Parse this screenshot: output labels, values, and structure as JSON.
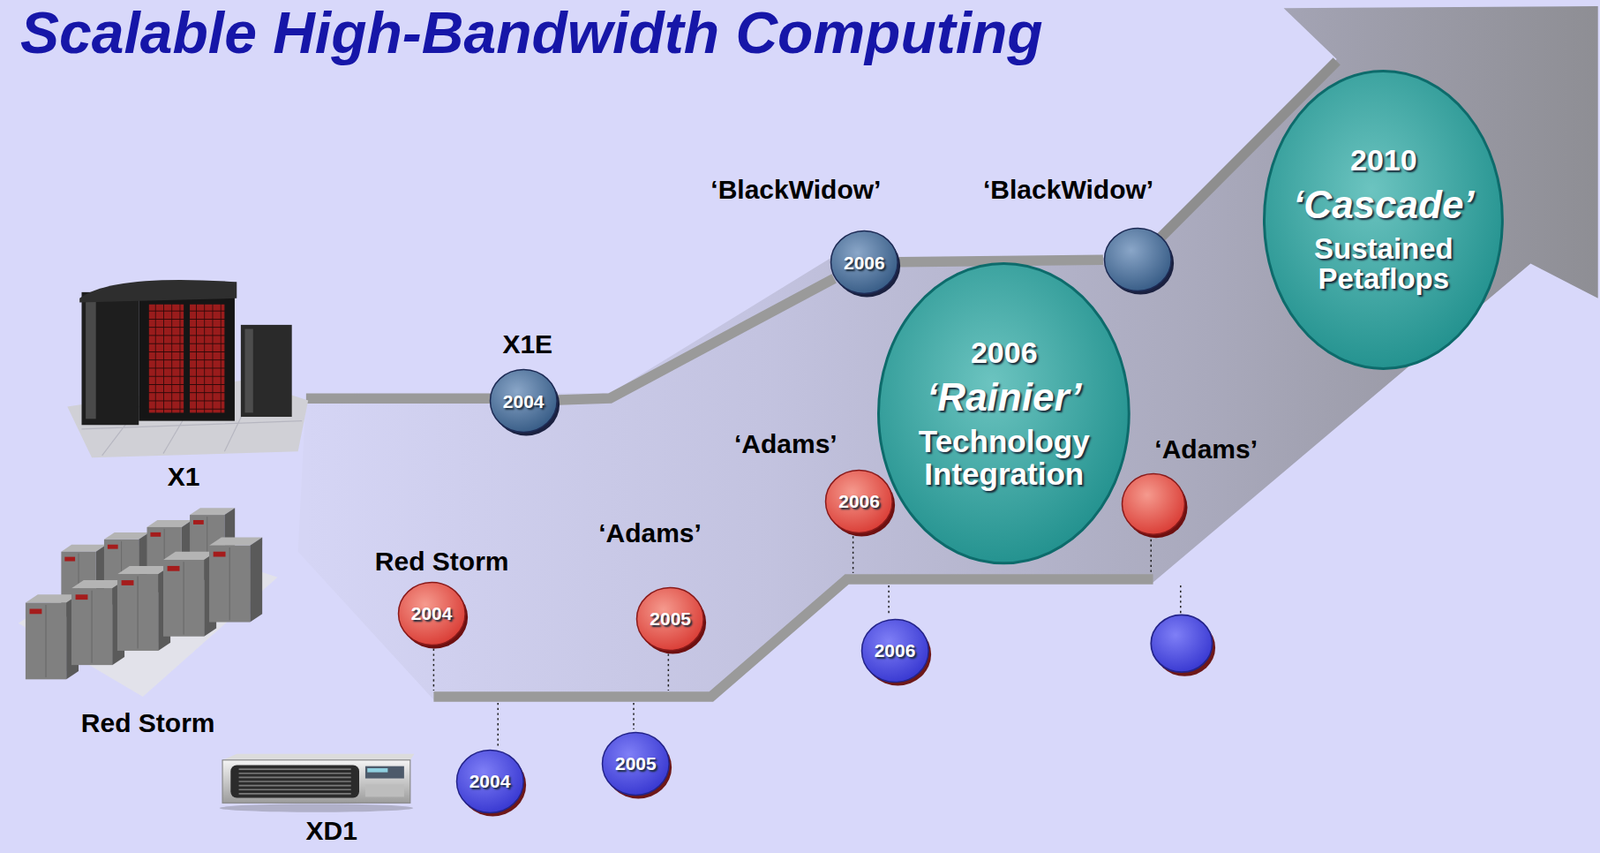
{
  "diagram": {
    "title": "Scalable High-Bandwidth Computing",
    "nodes": [
      {
        "text": [
          "X1E",
          "2004"
        ]
      },
      {
        "text": [
          "‘BlackWidow’",
          "2006"
        ]
      },
      {
        "text": [
          "‘BlackWidow’"
        ]
      },
      {
        "text": [
          "2006",
          "‘Rainier’",
          "Technology Integration"
        ]
      },
      {
        "text": [
          "2010",
          "‘Cascade’",
          "Sustained Petaflops"
        ]
      },
      {
        "text": [
          "Red Storm",
          "2004"
        ]
      },
      {
        "text": [
          "‘Adams’",
          "2005"
        ]
      },
      {
        "text": [
          "‘Adams’",
          "2006"
        ]
      },
      {
        "text": [
          "‘Adams’"
        ]
      },
      {
        "text": [
          "2004"
        ]
      },
      {
        "text": [
          "2005"
        ]
      },
      {
        "text": [
          "2006"
        ]
      }
    ],
    "edges": [
      {
        "from": 0,
        "to": 1,
        "arrow": "none"
      },
      {
        "from": 1,
        "to": 2,
        "arrow": "none"
      }
    ],
    "labels": [
      "X1",
      "Red Storm",
      "XD1"
    ]
  }
}
